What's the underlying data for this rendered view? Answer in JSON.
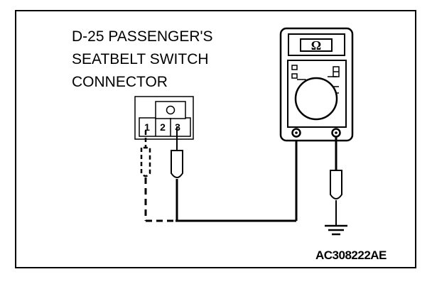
{
  "title": {
    "line1": "D-25 PASSENGER'S",
    "line2": "SEATBELT SWITCH",
    "line3": "CONNECTOR"
  },
  "connector": {
    "pins": [
      "1",
      "2",
      "3"
    ]
  },
  "meter": {
    "display_symbol": "Ω"
  },
  "figure_code": "AC308222AE"
}
